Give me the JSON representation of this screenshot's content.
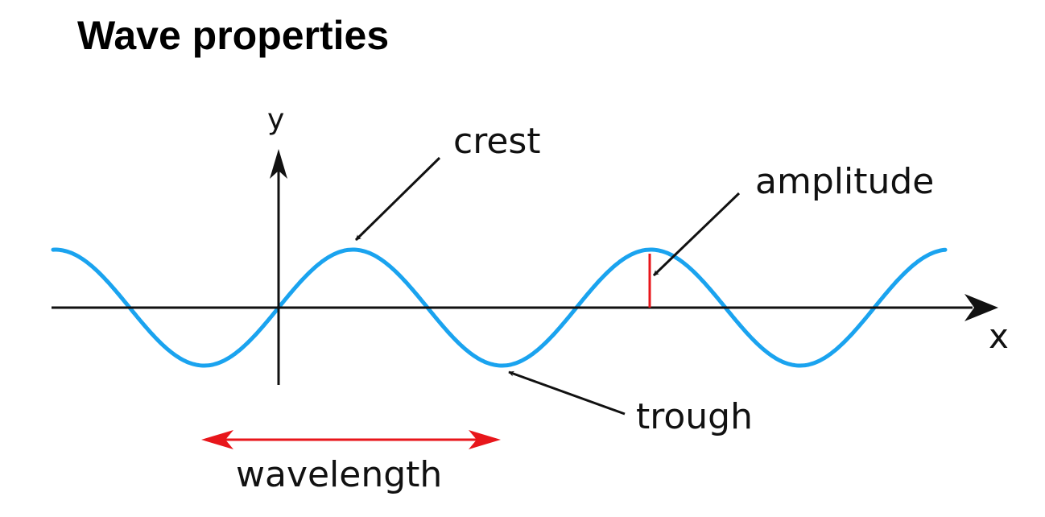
{
  "title": "Wave properties",
  "labels": {
    "y_axis": "y",
    "x_axis": "x",
    "crest": "crest",
    "amplitude": "amplitude",
    "trough": "trough",
    "wavelength": "wavelength"
  },
  "colors": {
    "wave": "#1aa3ef",
    "axes": "#111111",
    "annotation_arrow": "#111111",
    "wavelength_marker": "#e8161b",
    "amplitude_marker": "#e8161b"
  }
}
